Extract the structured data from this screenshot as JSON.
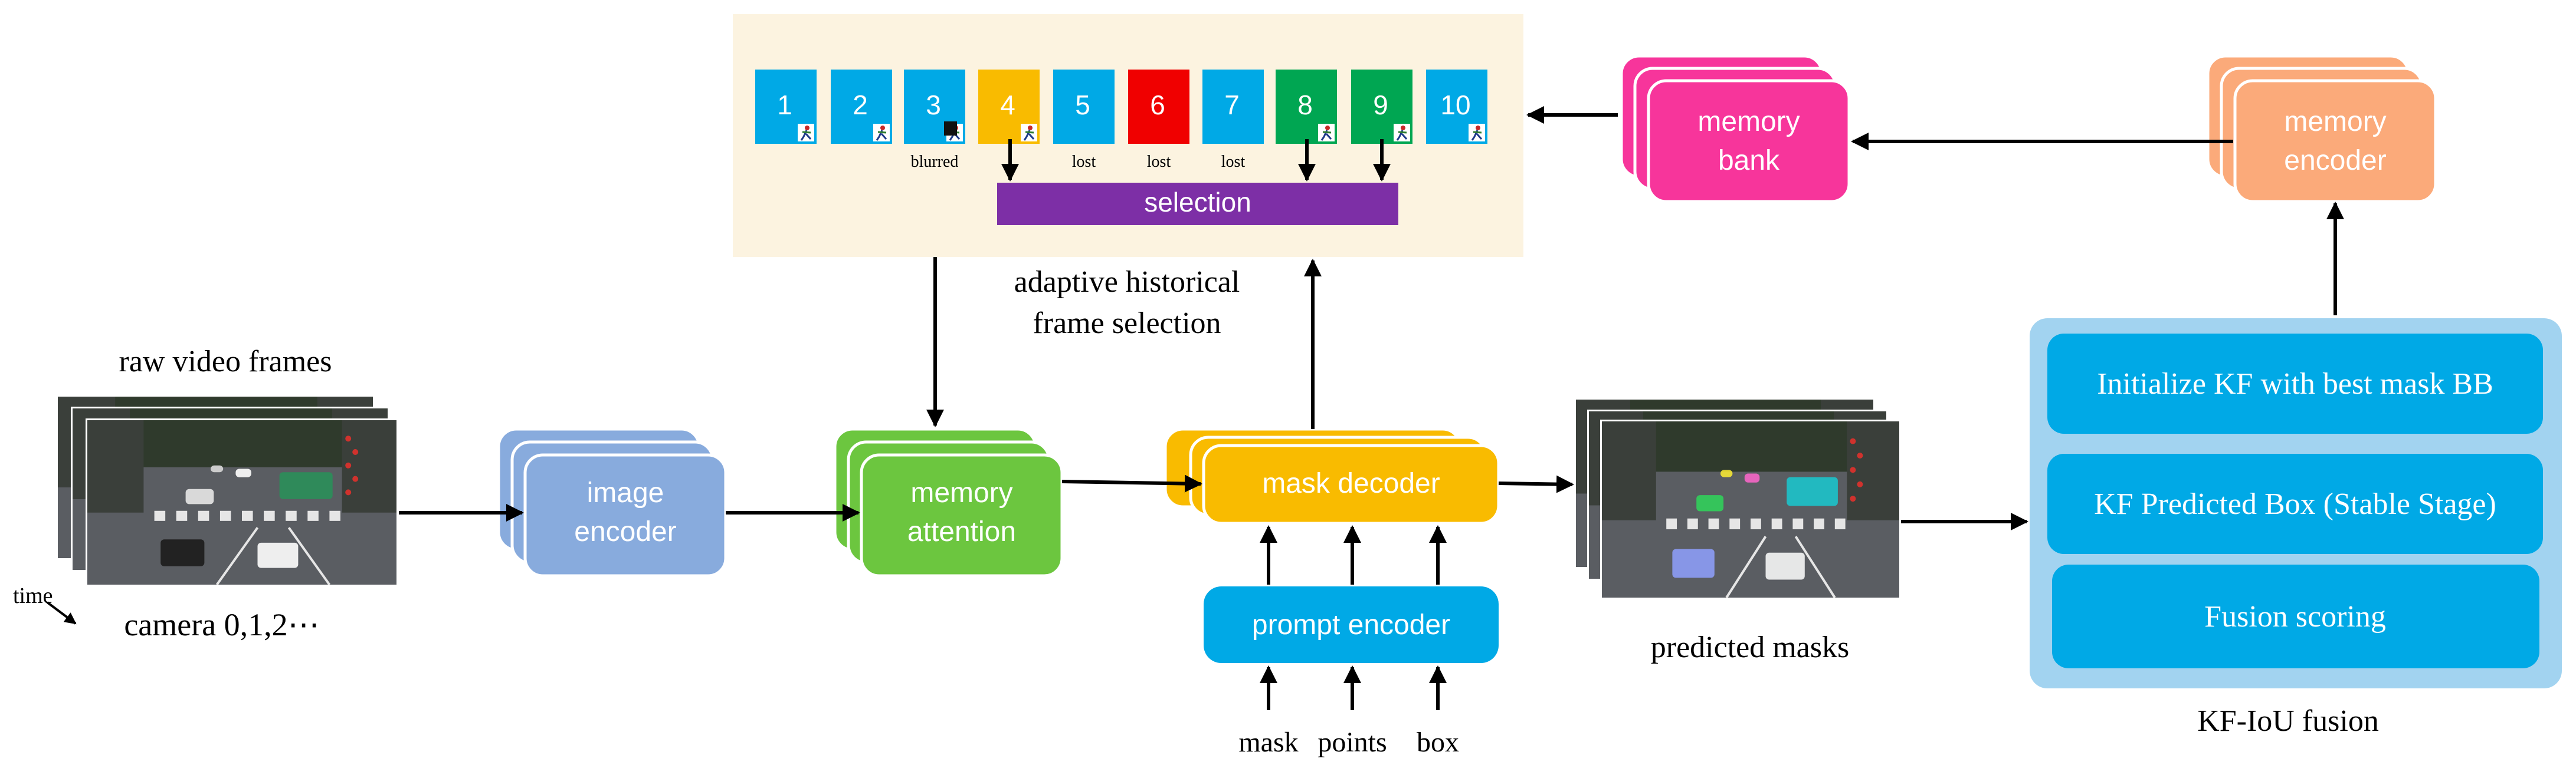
{
  "frame_strip": {
    "frames": [
      {
        "num": "1",
        "color": "#00a9e6",
        "icon": "runner-icon",
        "note": ""
      },
      {
        "num": "2",
        "color": "#00a9e6",
        "icon": "runner-icon",
        "note": ""
      },
      {
        "num": "3",
        "color": "#00a9e6",
        "icon": "runner-blurred-icon",
        "note": "blurred"
      },
      {
        "num": "4",
        "color": "#f9bb00",
        "icon": "runner-icon",
        "note": ""
      },
      {
        "num": "5",
        "color": "#00a9e6",
        "icon": "",
        "note": "lost"
      },
      {
        "num": "6",
        "color": "#f00000",
        "icon": "",
        "note": "lost"
      },
      {
        "num": "7",
        "color": "#00a9e6",
        "icon": "",
        "note": "lost"
      },
      {
        "num": "8",
        "color": "#00a652",
        "icon": "runner-icon",
        "note": ""
      },
      {
        "num": "9",
        "color": "#00a652",
        "icon": "runner-icon",
        "note": ""
      },
      {
        "num": "10",
        "color": "#00a9e6",
        "icon": "runner-icon",
        "note": ""
      }
    ],
    "selection_label": "selection",
    "caption_line1": "adaptive historical",
    "caption_line2": "frame selection",
    "panel_color": "#fcf3e0"
  },
  "input": {
    "title": "raw video frames",
    "caption": "camera 0,1,2⋯",
    "time_label": "time"
  },
  "blocks": {
    "image_encoder": {
      "line1": "image",
      "line2": "encoder",
      "color": "#88abdd"
    },
    "memory_attention": {
      "line1": "memory",
      "line2": "attention",
      "color": "#6cc63f"
    },
    "mask_decoder": {
      "label": "mask decoder",
      "color": "#f9bb00"
    },
    "prompt_encoder": {
      "label": "prompt encoder",
      "color": "#00a9e6"
    },
    "memory_bank": {
      "line1": "memory",
      "line2": "bank",
      "color": "#f7359b"
    },
    "memory_encoder": {
      "line1": "memory",
      "line2": "encoder",
      "color": "#fbaa7a"
    }
  },
  "prompts": [
    "mask",
    "points",
    "box"
  ],
  "output": {
    "caption": "predicted masks"
  },
  "fusion": {
    "items": [
      "Initialize KF with best mask BB",
      "KF Predicted Box (Stable Stage)",
      "Fusion scoring"
    ],
    "caption": "KF-IoU fusion",
    "panel_color": "#a2d3f0",
    "item_color": "#00a9e6"
  }
}
